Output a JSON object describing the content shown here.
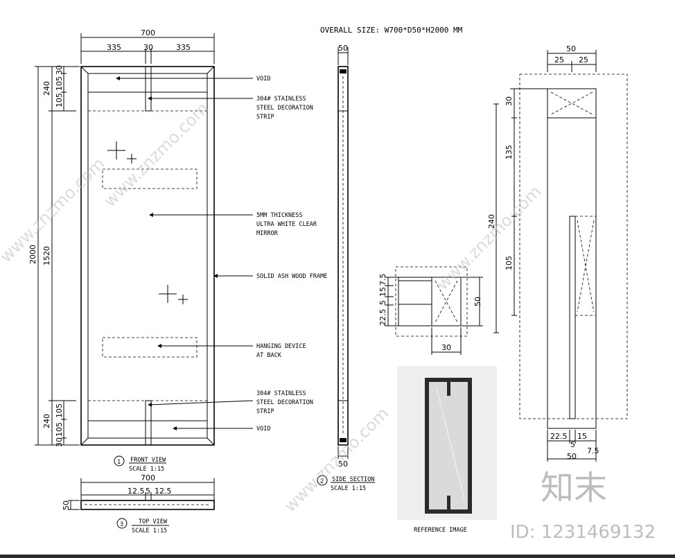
{
  "title": "OVERALL SIZE: W700*D50*H2000 MM",
  "front_view": {
    "label": "FRONT VIEW",
    "number": "1",
    "scale": "SCALE 1:15",
    "dims": {
      "width_total": "700",
      "left": "335",
      "center": "30",
      "right": "335",
      "height_total": "2000",
      "mirror_height": "1520",
      "top_240": "240",
      "top_105a": "105",
      "top_30": "30",
      "top_105b": "105",
      "bot_240": "240",
      "bot_105a": "105",
      "bot_30": "30",
      "bot_105b": "105"
    }
  },
  "callouts": {
    "void_top": "VOID",
    "strip_top": [
      "304# STAINLESS",
      "STEEL DECORATION",
      "STRIP"
    ],
    "mirror": [
      "5MM THICKNESS",
      "ULTRA WHITE CLEAR",
      "MIRROR"
    ],
    "frame": "SOLID ASH WOOD FRAME",
    "hanging": [
      "HANGING DEVICE",
      "AT BACK"
    ],
    "strip_bottom": [
      "304# STAINLESS",
      "STEEL DECORATION",
      "STRIP"
    ],
    "void_bottom": "VOID"
  },
  "side_section": {
    "label": "SIDE SECTION",
    "number": "2",
    "scale": "SCALE 1:15",
    "dim_top": "50",
    "dim_bottom": "50"
  },
  "top_view": {
    "label": "TOP VIEW",
    "number": "3",
    "scale": "SCALE 1:15",
    "dims": {
      "width": "700",
      "a": "12.5",
      "b": "5",
      "c": "12.5",
      "depth": "50"
    }
  },
  "section_detail": {
    "dims": {
      "d75": "7.5",
      "d15": "15",
      "d5": "5",
      "d225": "22.5",
      "d50": "50",
      "d30": "30"
    }
  },
  "large_detail": {
    "dims": {
      "top50": "50",
      "top25a": "25",
      "top25b": "25",
      "d30": "30",
      "d135": "135",
      "d240": "240",
      "d105": "105",
      "bot225": "22.5",
      "bot15": "15",
      "bot5": "5",
      "bot50": "50",
      "bot75": "7.5"
    }
  },
  "reference": {
    "label": "REFERENCE IMAGE"
  },
  "watermark": {
    "brand": "知末",
    "id": "ID: 1231469132",
    "site": "www.znzmo.com"
  }
}
